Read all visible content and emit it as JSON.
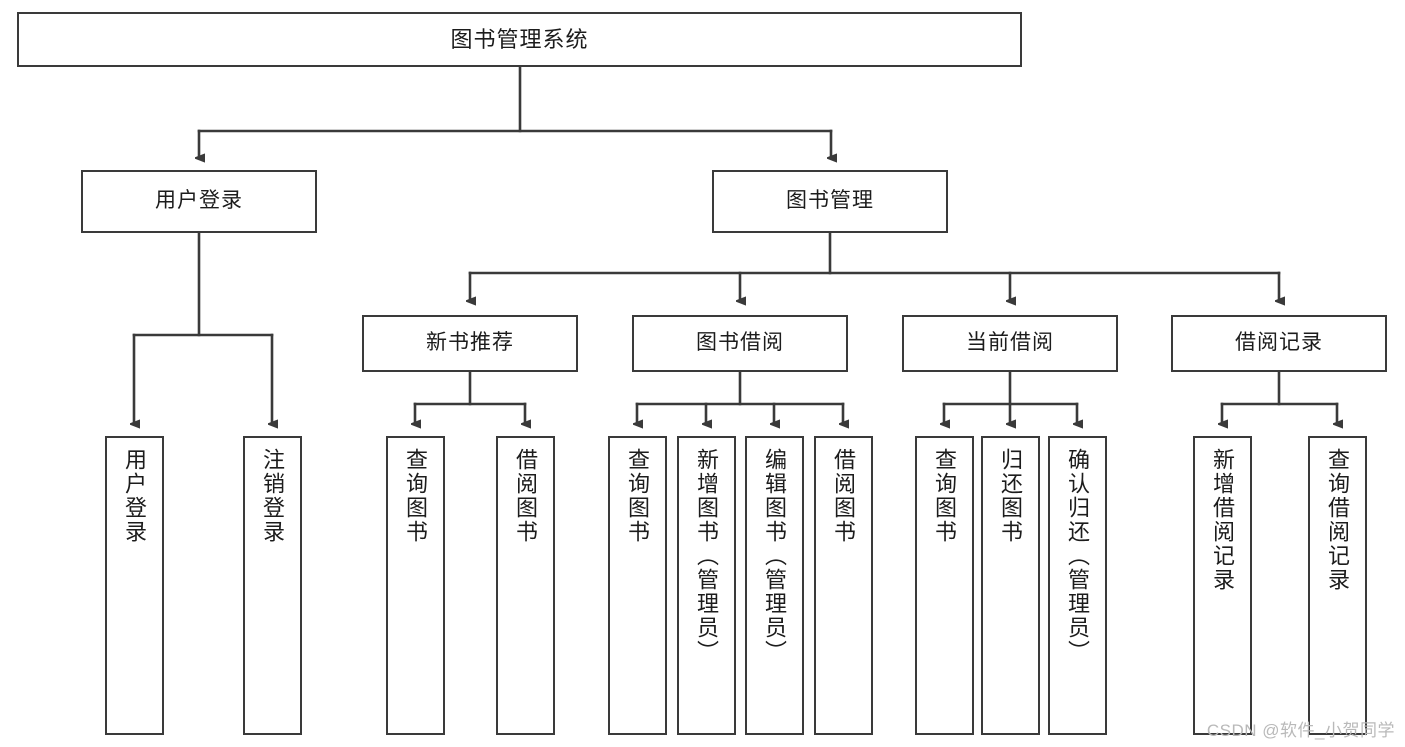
{
  "diagram": {
    "type": "tree",
    "title": "图书管理系统",
    "root": {
      "label": "图书管理系统"
    },
    "level2": [
      {
        "label": "用户登录"
      },
      {
        "label": "图书管理"
      }
    ],
    "level3": [
      {
        "label": "新书推荐"
      },
      {
        "label": "图书借阅"
      },
      {
        "label": "当前借阅"
      },
      {
        "label": "借阅记录"
      }
    ],
    "leaves": {
      "user_login": [
        {
          "label": "用户登录"
        },
        {
          "label": "注销登录"
        }
      ],
      "new_book_recommend": [
        {
          "label": "查询图书"
        },
        {
          "label": "借阅图书"
        }
      ],
      "book_borrow": [
        {
          "label": "查询图书"
        },
        {
          "label": "新增图书（管理员）"
        },
        {
          "label": "编辑图书（管理员）"
        },
        {
          "label": "借阅图书"
        }
      ],
      "current_borrow": [
        {
          "label": "查询图书"
        },
        {
          "label": "归还图书"
        },
        {
          "label": "确认归还（管理员）"
        }
      ],
      "borrow_record": [
        {
          "label": "新增借阅记录"
        },
        {
          "label": "查询借阅记录"
        }
      ]
    }
  },
  "watermark": {
    "text": "CSDN @软件_小贺同学"
  },
  "colors": {
    "box_border": "#3a3a3a",
    "line": "#3a3a3a",
    "text": "#1c1c1c",
    "background": "#ffffff",
    "watermark": "#b9b9b9"
  }
}
